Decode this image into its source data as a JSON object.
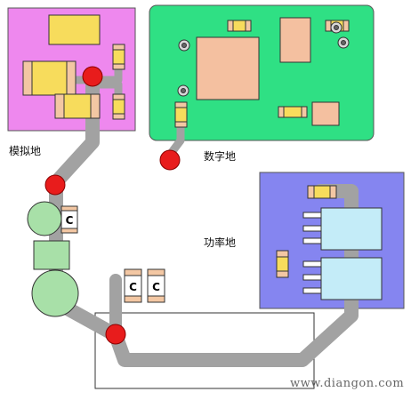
{
  "labels": {
    "analog_ground": "模拟地",
    "digital_ground": "数字地",
    "power_ground": "功率地",
    "cap_letter": "C"
  },
  "watermark": "www.diangon.com",
  "colors": {
    "analog_zone": "#ee88ee",
    "digital_zone": "#2fe084",
    "power_zone": "#8585f0",
    "trace": "#a2a2a2",
    "node": "#e81c1c",
    "component_body": "#f7dc5c",
    "component_pad": "#f3c7a3",
    "chip": "#f4c0a0",
    "heatsink": "#c4ecf8",
    "passive_green": "#a8e0a8"
  }
}
